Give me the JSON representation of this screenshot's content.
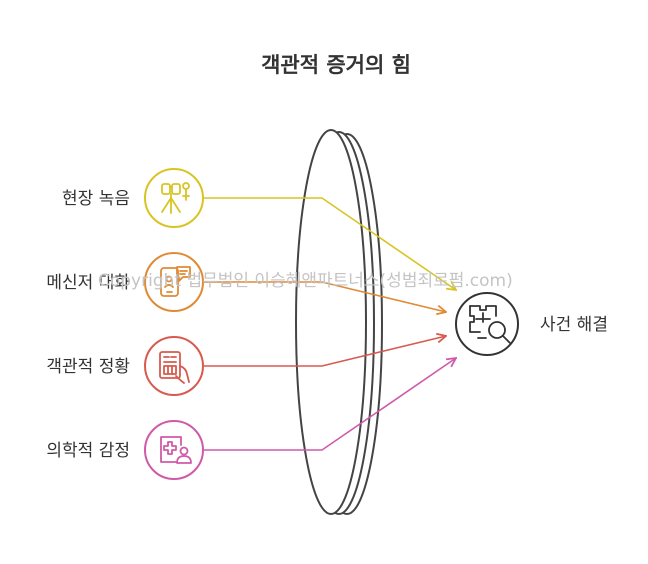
{
  "title": "객관적 증거의 힘",
  "watermark": "Copyright 법무법인 이승혜앤파트너스(성범죄로펌.com)",
  "inputs": [
    {
      "label": "현장 녹음",
      "icon": "binoculars-tripod-icon",
      "color": "#d8c423"
    },
    {
      "label": "메신저 대화",
      "icon": "phone-chat-icon",
      "color": "#e08a35"
    },
    {
      "label": "객관적 정황",
      "icon": "document-hand-icon",
      "color": "#d85a4e"
    },
    {
      "label": "의학적 감정",
      "icon": "medical-person-icon",
      "color": "#cf5aa8"
    }
  ],
  "result": {
    "label": "사건 해결",
    "icon": "puzzle-magnifier-icon",
    "color": "#333333"
  }
}
